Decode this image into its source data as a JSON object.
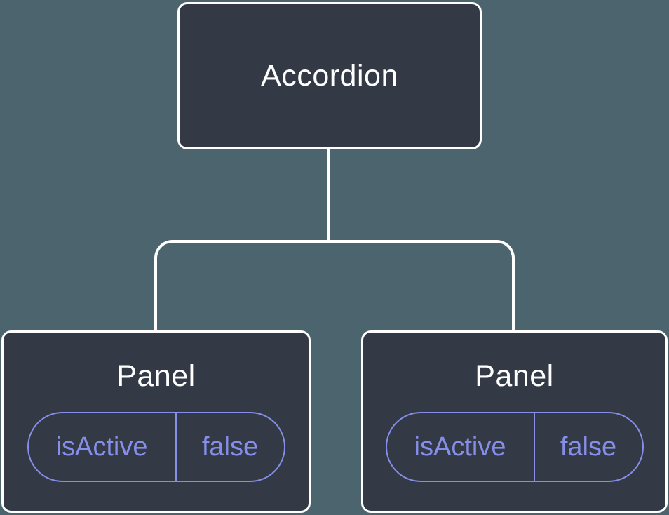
{
  "colors": {
    "canvas-bg": "#4C646E",
    "node-bg": "#333A45",
    "node-border": "#FFFFFF",
    "connector": "#FFFFFF",
    "accent-purple": "#858EE8",
    "title-text": "#FFFFFF"
  },
  "tree": {
    "root": {
      "label": "Accordion"
    },
    "children": [
      {
        "label": "Panel",
        "state": {
          "key": "isActive",
          "value": "false"
        }
      },
      {
        "label": "Panel",
        "state": {
          "key": "isActive",
          "value": "false"
        }
      }
    ]
  }
}
